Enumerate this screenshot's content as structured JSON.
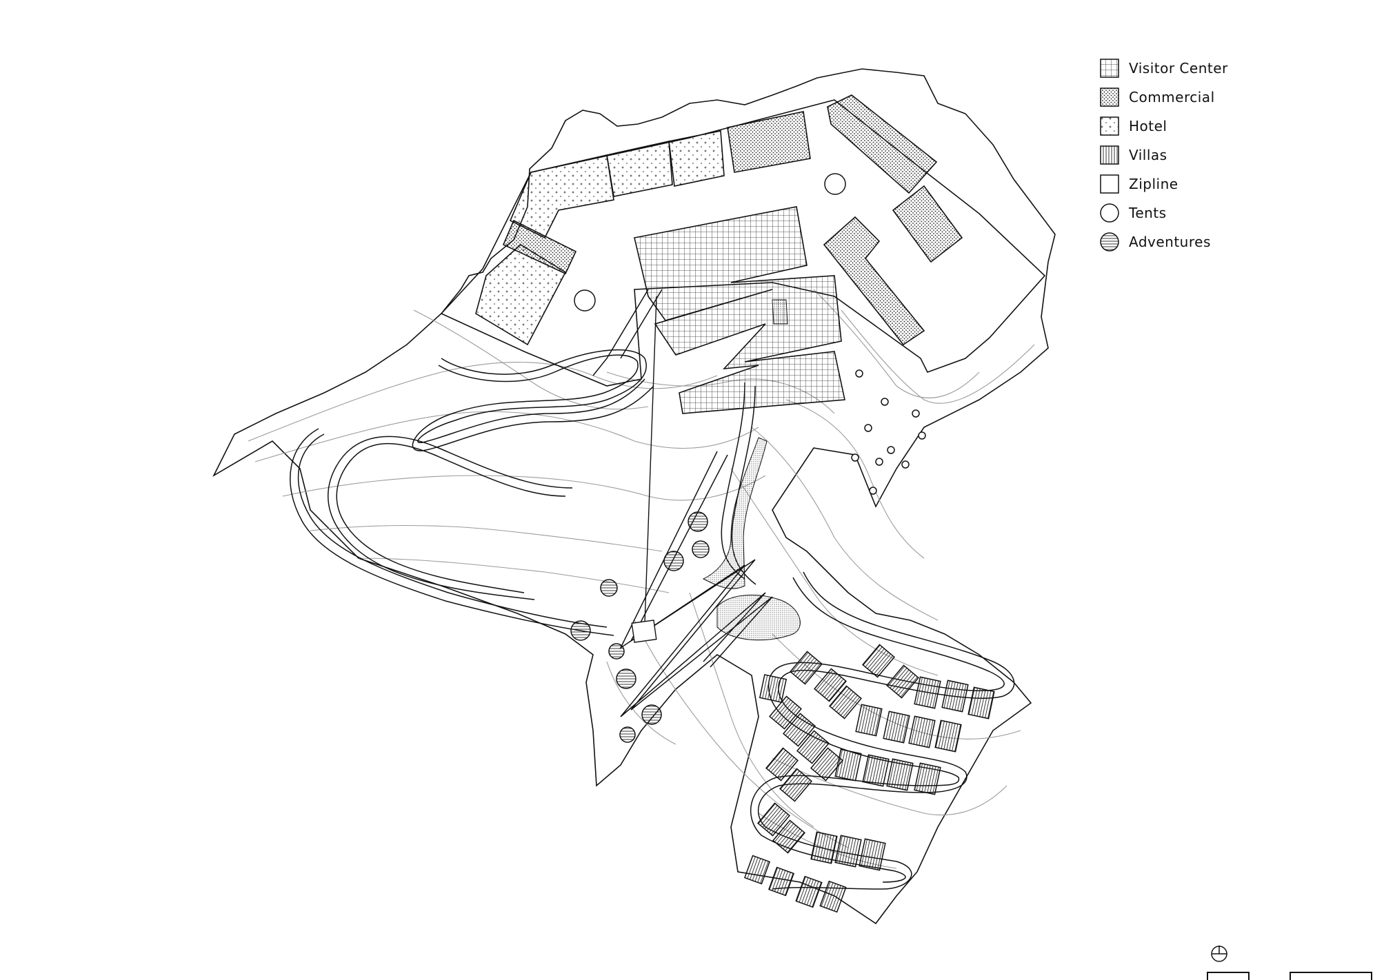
{
  "legend": {
    "items": [
      {
        "label": "Visitor Center",
        "icon": "grid-hatch-square"
      },
      {
        "label": "Commercial",
        "icon": "dense-dot-square"
      },
      {
        "label": "Hotel",
        "icon": "plus-dot-square"
      },
      {
        "label": "Villas",
        "icon": "vertical-line-square"
      },
      {
        "label": "Zipline",
        "icon": "empty-square"
      },
      {
        "label": "Tents",
        "icon": "empty-circle"
      },
      {
        "label": "Adventures",
        "icon": "horizontal-line-circle"
      }
    ]
  },
  "colors": {
    "ink": "#111111",
    "contour": "#9a9a9a",
    "paper": "#ffffff"
  }
}
